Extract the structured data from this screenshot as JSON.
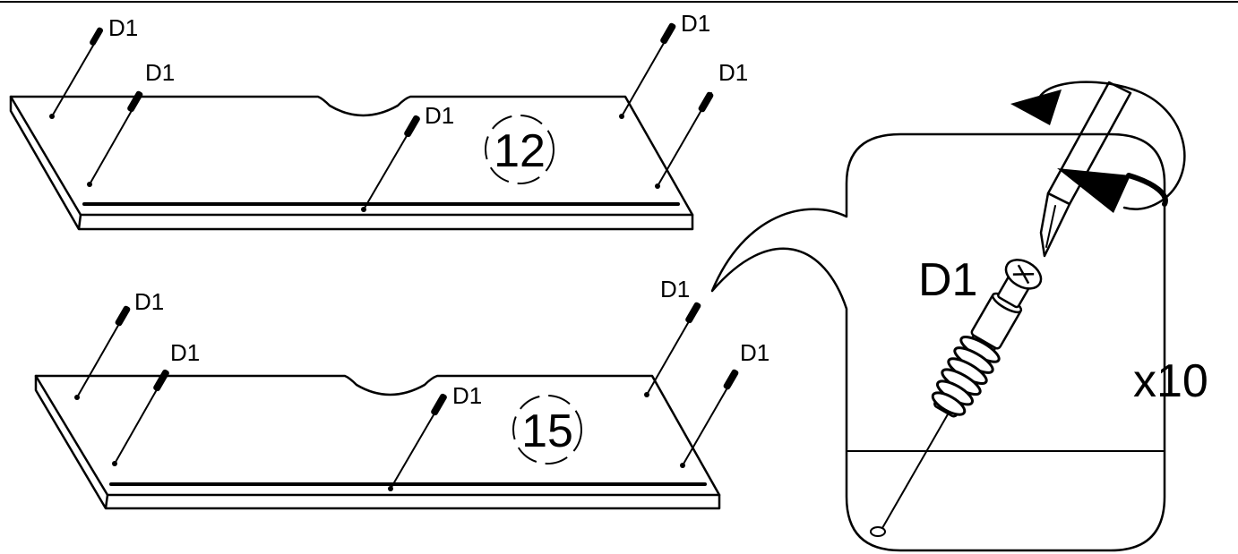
{
  "step": {
    "part_code": "D1",
    "quantity": "x10",
    "panels": [
      {
        "number": "12"
      },
      {
        "number": "15"
      }
    ]
  }
}
